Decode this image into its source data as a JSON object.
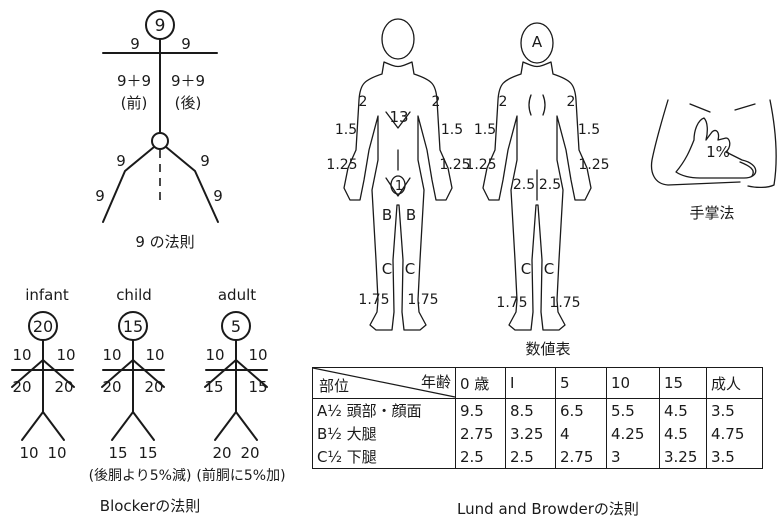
{
  "rule_of_nines": {
    "head": "9",
    "arm_upper_left": "9",
    "arm_upper_right": "9",
    "trunk_front_value": "9＋9",
    "trunk_front_label": "(前)",
    "trunk_back_value": "9＋9",
    "trunk_back_label": "(後)",
    "leg_left_inner": "9",
    "leg_right_inner": "9",
    "leg_left_outer": "9",
    "leg_right_outer": "9",
    "caption": "9 の法則"
  },
  "blocker": {
    "figures": [
      {
        "label": "infant",
        "head": "20",
        "arm_left": "10",
        "arm_right": "10",
        "trunk_left": "20",
        "trunk_right": "20",
        "leg_left": "10",
        "leg_right": "10"
      },
      {
        "label": "child",
        "head": "15",
        "arm_left": "10",
        "arm_right": "10",
        "trunk_left": "20",
        "trunk_right": "20",
        "leg_left": "15",
        "leg_right": "15"
      },
      {
        "label": "adult",
        "head": "5",
        "arm_left": "10",
        "arm_right": "10",
        "trunk_left": "15",
        "trunk_right": "15",
        "leg_left": "20",
        "leg_right": "20"
      }
    ],
    "note_child": "(後胴より5%減)",
    "note_adult": "(前胴に5%加)",
    "caption": "Blockerの法則"
  },
  "body_chart": {
    "front": {
      "upper_arm_left": "2",
      "upper_arm_right": "2",
      "trunk": "13",
      "forearm_left": "1.5",
      "forearm_right": "1.5",
      "hand_left": "1.25",
      "hand_right": "1.25",
      "genital": "1",
      "thigh_left": "B",
      "thigh_right": "B",
      "leg_left": "C",
      "leg_right": "C",
      "foot_left": "1.75",
      "foot_right": "1.75"
    },
    "back": {
      "head": "A",
      "upper_arm_left": "2",
      "upper_arm_right": "2",
      "forearm_left": "1.5",
      "forearm_right": "1.5",
      "hand_left": "1.25",
      "hand_right": "1.25",
      "buttock_left": "2.5",
      "buttock_right": "2.5",
      "leg_left": "C",
      "leg_right": "C",
      "foot_left": "1.75",
      "foot_right": "1.75"
    },
    "table_title": "数値表"
  },
  "palm_method": {
    "value": "1%",
    "caption": "手掌法"
  },
  "lund_browder_table": {
    "header_region": "部位",
    "header_age": "年齢",
    "columns": [
      "0 歳",
      "I",
      "5",
      "10",
      "15",
      "成人"
    ],
    "rows": [
      {
        "label": "A½ 頭部・顔面",
        "values": [
          "9.5",
          "8.5",
          "6.5",
          "5.5",
          "4.5",
          "3.5"
        ]
      },
      {
        "label": "B½ 大腿",
        "values": [
          "2.75",
          "3.25",
          "4",
          "4.25",
          "4.5",
          "4.75"
        ]
      },
      {
        "label": "C½ 下腿",
        "values": [
          "2.5",
          "2.5",
          "2.75",
          "3",
          "3.25",
          "3.5"
        ]
      }
    ],
    "caption": "Lund and Browderの法則"
  }
}
